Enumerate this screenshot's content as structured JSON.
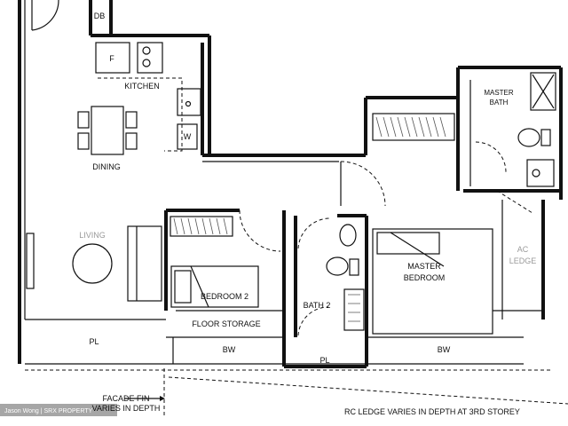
{
  "rooms": {
    "db": "DB",
    "fridge": "F",
    "kitchen": "KITCHEN",
    "washer": "W",
    "dining": "DINING",
    "living": "LIVING",
    "master_bath": "MASTER\nBATH",
    "master_bath_line1": "MASTER",
    "master_bath_line2": "BATH",
    "ac_ledge_line1": "AC",
    "ac_ledge_line2": "LEDGE",
    "bedroom2": "BEDROOM 2",
    "floor_storage": "FLOOR STORAGE",
    "bath2": "BATH 2",
    "master_bedroom_line1": "MASTER",
    "master_bedroom_line2": "BEDROOM",
    "pl_left": "PL",
    "pl_center": "PL",
    "bw_left": "BW",
    "bw_right": "BW"
  },
  "notes": {
    "facade_line1": "FACADE FIN",
    "facade_line2": "VARIES IN DEPTH",
    "rc_ledge": "RC LEDGE VARIES IN DEPTH AT 3RD STOREY",
    "watermark": "Jason Wong | SRX PROPERTY"
  }
}
